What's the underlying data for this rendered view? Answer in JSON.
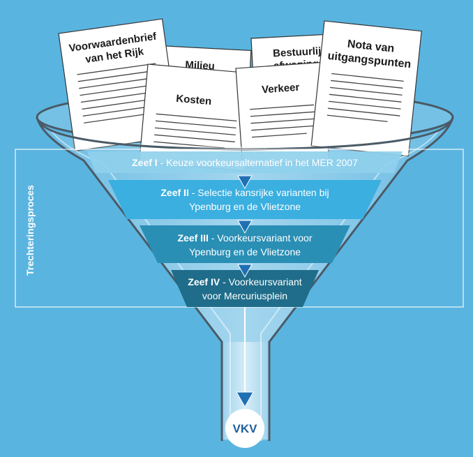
{
  "colors": {
    "background": "#5ab4e0",
    "zeef_1": "#8fd0ec",
    "zeef_2": "#3aafe0",
    "zeef_3": "#2a8fb5",
    "zeef_4": "#1f6d8a",
    "arrow": "#1f6fb5",
    "vkv_text": "#1f5f9a"
  },
  "documents": {
    "voorwaardenbrief": [
      "Voorwaardenbrief",
      "van het Rijk"
    ],
    "milieu": [
      "Milieu"
    ],
    "bestuurlijke": [
      "Bestuurlijke",
      "afweging"
    ],
    "kosten": [
      "Kosten"
    ],
    "verkeer": [
      "Verkeer"
    ],
    "nota": [
      "Nota van",
      "uitgangspunten"
    ]
  },
  "process_label": "Trechteringsproces",
  "zeven": [
    {
      "name": "Zeef I",
      "lines": [
        " - Keuze voorkeursalternatief in het MER 2007"
      ]
    },
    {
      "name": "Zeef II",
      "lines": [
        " - Selectie kansrijke varianten bij",
        "Ypenburg en de Vlietzone"
      ]
    },
    {
      "name": "Zeef III",
      "lines": [
        " - Voorkeursvariant voor",
        "Ypenburg en de Vlietzone"
      ]
    },
    {
      "name": "Zeef IV",
      "lines": [
        " - Voorkeursvariant",
        "voor Mercuriusplein"
      ]
    }
  ],
  "result": "VKV"
}
